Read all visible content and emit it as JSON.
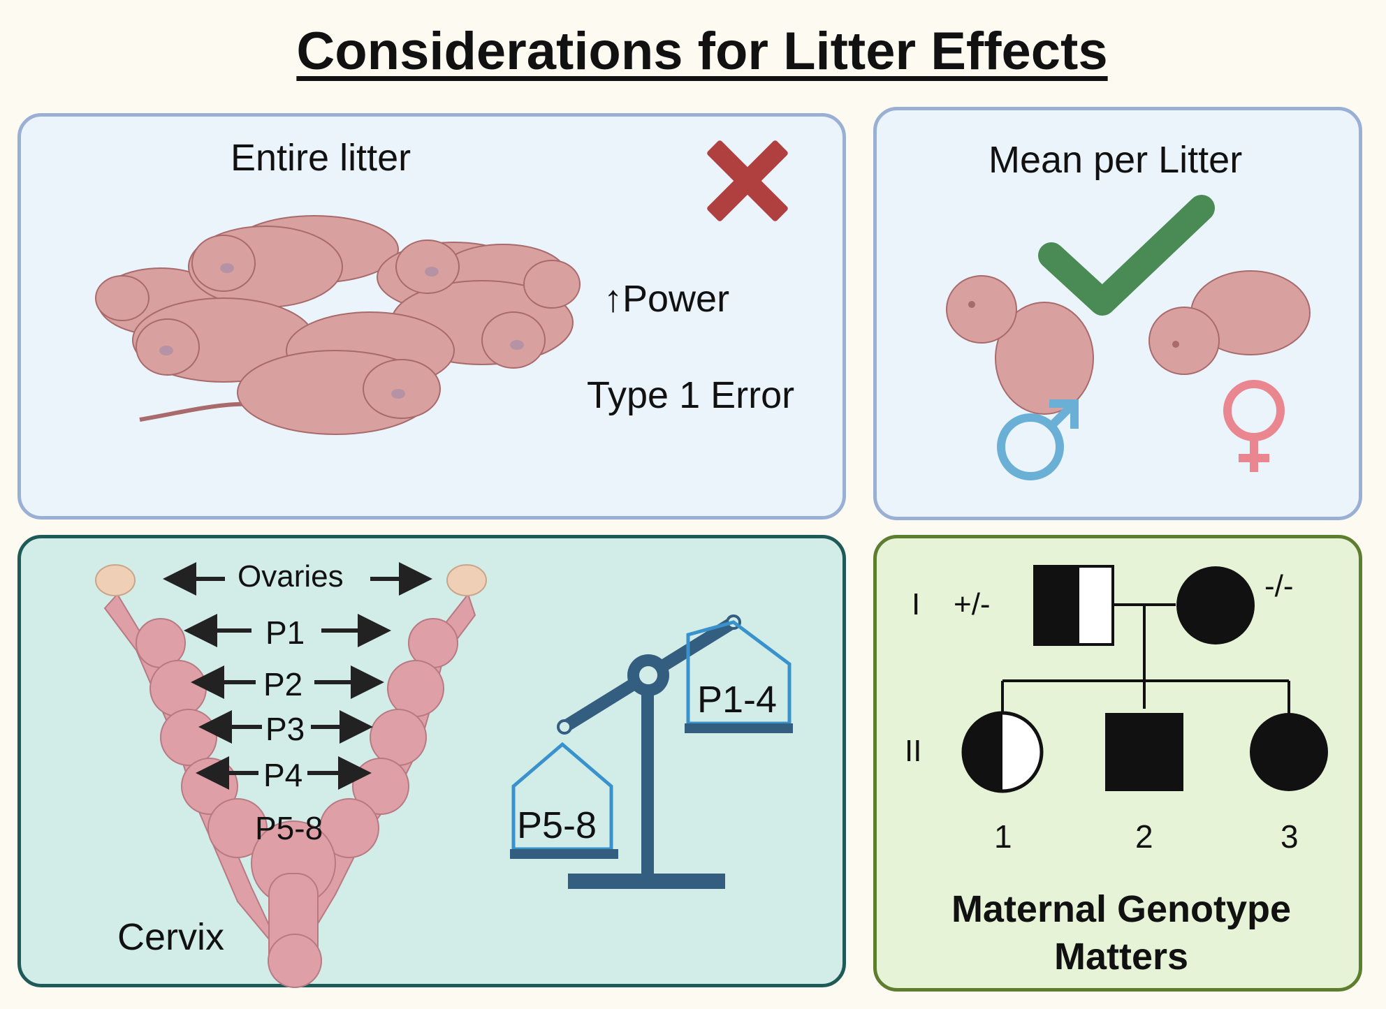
{
  "title": "Considerations for Litter Effects",
  "panels": {
    "entire_litter": {
      "heading": "Entire litter",
      "power_arrow": "↑",
      "power_label": "Power",
      "error_label": "Type 1 Error"
    },
    "mean_per_litter": {
      "heading": "Mean per Litter"
    },
    "uterus": {
      "ovaries": "Ovaries",
      "positions": [
        "P1",
        "P2",
        "P3",
        "P4",
        "P5-8"
      ],
      "cervix": "Cervix",
      "scale_left": "P5-8",
      "scale_right": "P1-4"
    },
    "pedigree": {
      "gen_1": "I",
      "gen_2": "II",
      "father_genotype": "+/-",
      "mother_genotype": "-/-",
      "child_numbers": [
        "1",
        "2",
        "3"
      ],
      "caption_line1": "Maternal Genotype",
      "caption_line2": "Matters"
    }
  },
  "colors": {
    "cross": "#b04040",
    "check": "#4a8a55",
    "male": "#6ab0d6",
    "female": "#e98690",
    "pup": "#d9a0a0",
    "scale": "#335e80",
    "scale_pan": "#3a92cc"
  },
  "icons": [
    "cross-icon",
    "check-icon",
    "male-symbol-icon",
    "female-symbol-icon",
    "balance-scale-icon"
  ]
}
